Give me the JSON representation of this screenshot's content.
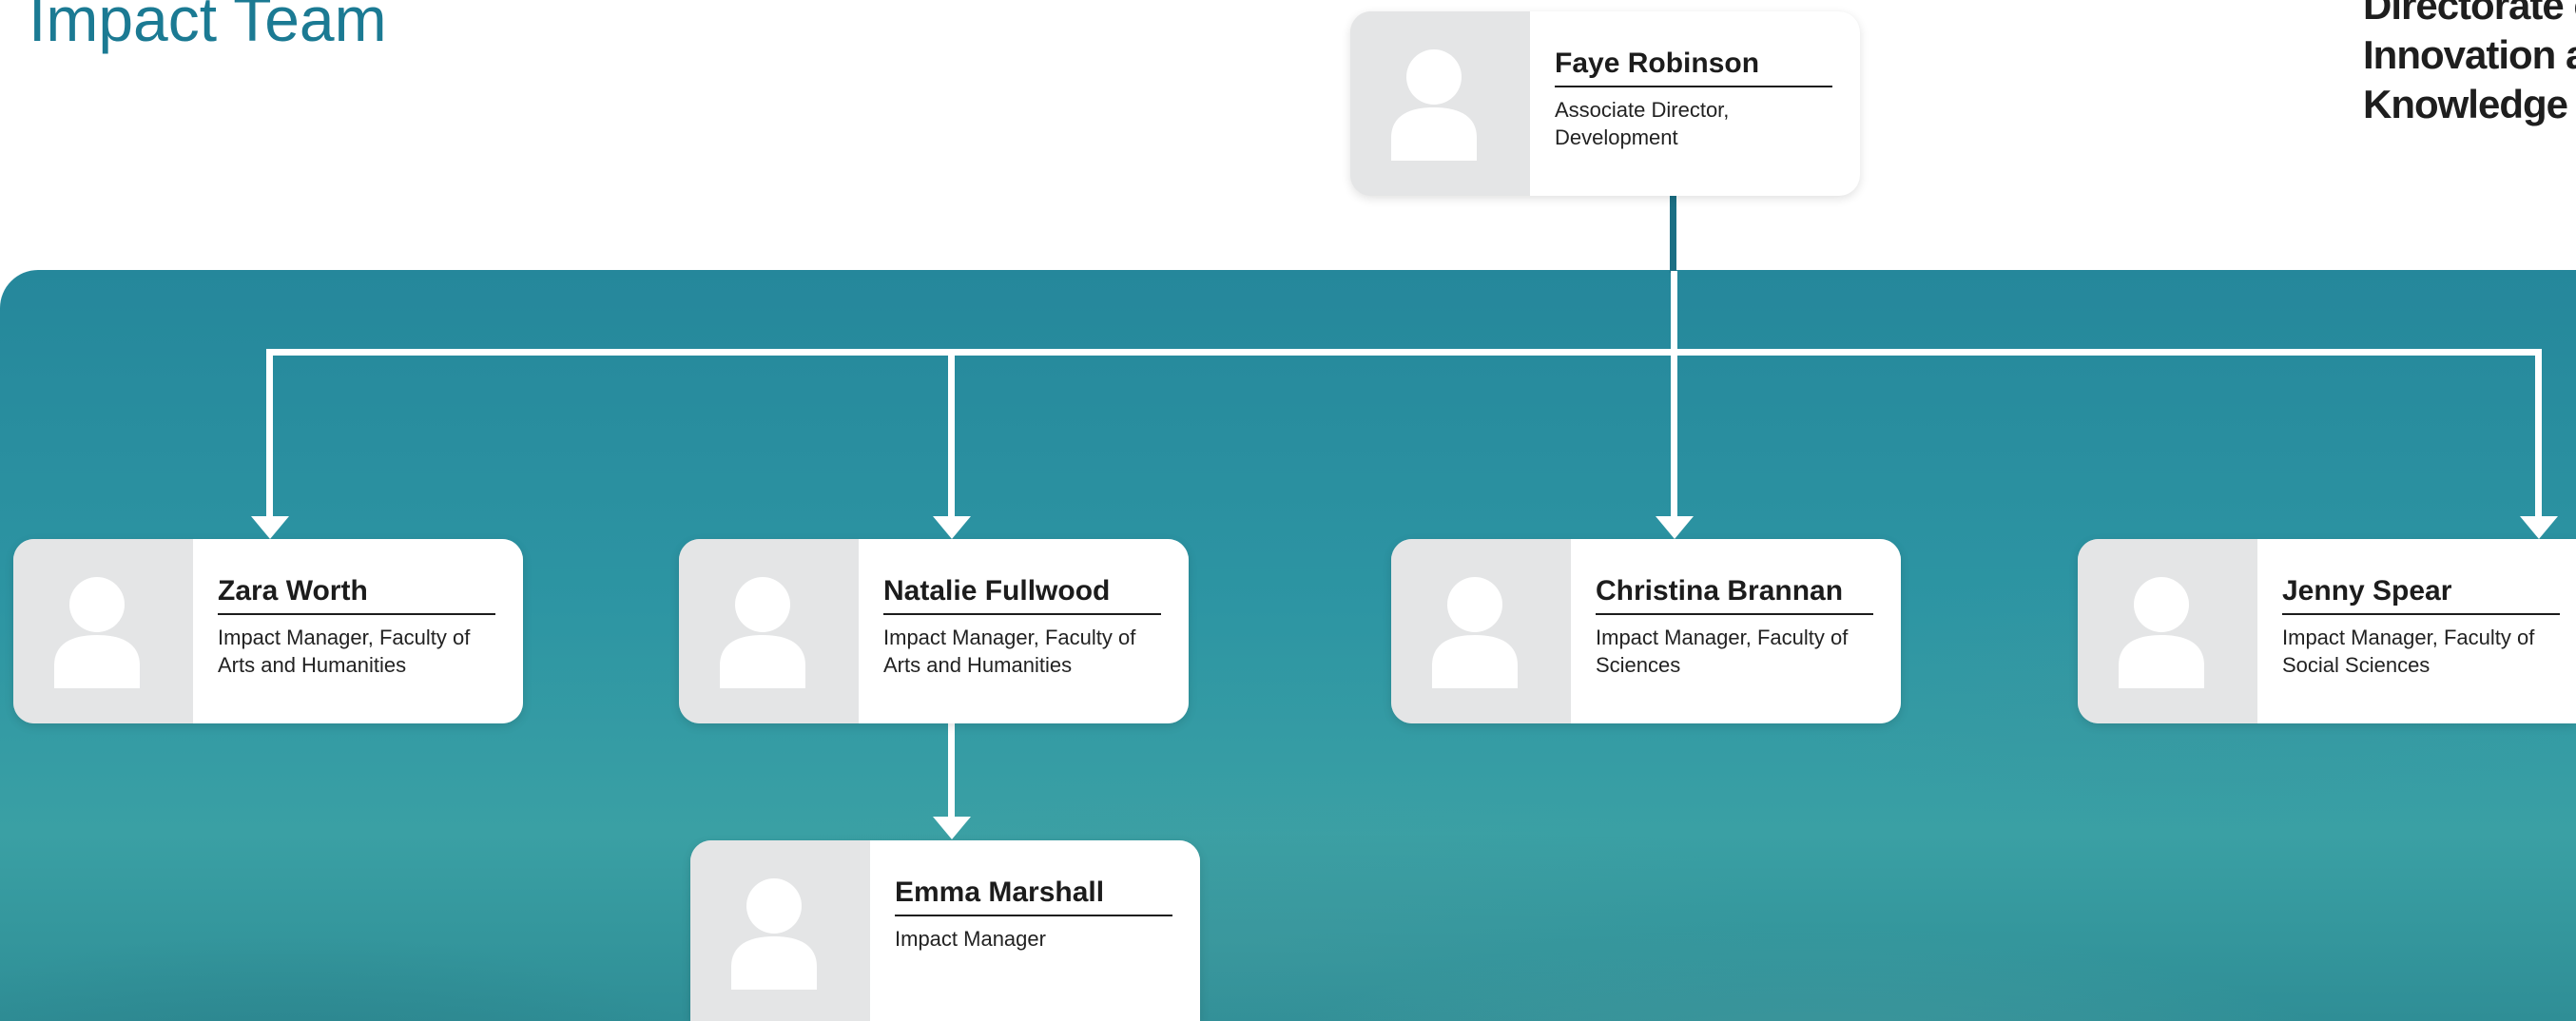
{
  "page": {
    "title": "Impact Team",
    "side_title_lines": [
      "Directorate of",
      "Innovation a",
      "Knowledge"
    ]
  },
  "colors": {
    "title": "#1b7a93",
    "band": "#2a8fa0",
    "connector": "#ffffff",
    "card": "#ffffff",
    "photo_placeholder": "#e4e5e6"
  },
  "people": {
    "faye": {
      "name": "Faye Robinson",
      "role": "Associate Director, Development"
    },
    "zara": {
      "name": "Zara Worth",
      "role": "Impact Manager, Faculty of Arts and Humanities"
    },
    "natalie": {
      "name": "Natalie Fullwood",
      "role": "Impact Manager, Faculty of Arts and Humanities"
    },
    "christina": {
      "name": "Christina Brannan",
      "role": "Impact Manager, Faculty of Sciences"
    },
    "jenny": {
      "name": "Jenny Spear",
      "role": "Impact Manager, Faculty of Social Sciences"
    },
    "emma": {
      "name": "Emma Marshall",
      "role": "Impact Manager"
    }
  },
  "icons": {
    "avatar": "person-silhouette-icon",
    "arrow": "arrow-down-icon"
  }
}
